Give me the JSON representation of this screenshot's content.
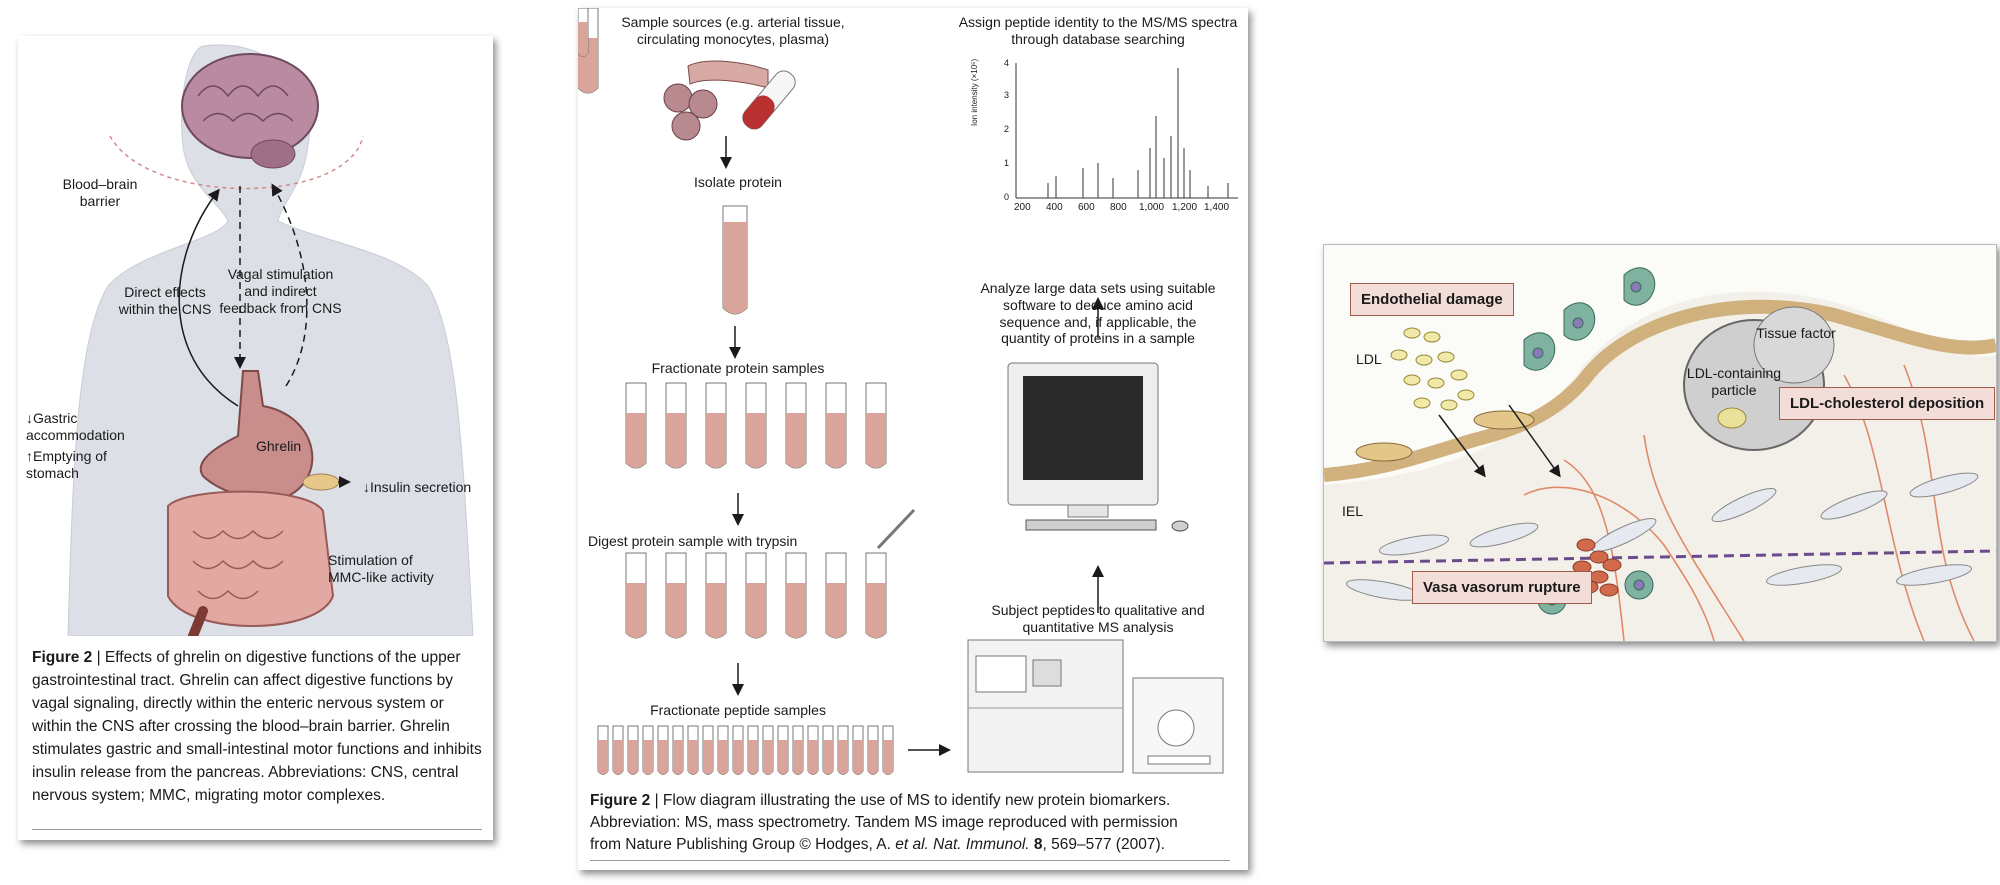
{
  "panel1": {
    "labels": {
      "bbb": "Blood–brain barrier",
      "direct": "Direct effects within the CNS",
      "vagal": "Vagal stimulation and indirect feedback from CNS",
      "gastric": "↓Gastric accommodation",
      "emptying": "↑Emptying of stomach",
      "ghrelin": "Ghrelin",
      "insulin": "↓Insulin secretion",
      "mmc": "Stimulation of MMC-like activity"
    },
    "caption": {
      "bold": "Figure 2",
      "text": " | Effects of ghrelin on digestive functions of the upper gastrointestinal tract. Ghrelin can affect digestive functions by vagal signaling, directly within the enteric nervous system or within the CNS after crossing the blood–brain barrier. Ghrelin stimulates gastric and small-intestinal motor functions and inhibits insulin release from the pancreas. Abbreviations: CNS, central nervous system; MMC, migrating motor complexes."
    }
  },
  "panel2": {
    "steps": {
      "sources": "Sample sources (e.g. arterial tissue, circulating monocytes, plasma)",
      "isolate": "Isolate protein",
      "fractionate": "Fractionate protein samples",
      "digest": "Digest protein sample with trypsin",
      "peptides": "Fractionate peptide samples",
      "ms": "Subject peptides to qualitative and quantitative MS analysis",
      "analyze": "Analyze large data sets using suitable software to deduce amino acid sequence and, if applicable, the quantity of proteins in a sample",
      "assign": "Assign peptide identity to the MS/MS spectra through database searching"
    },
    "spectrum": {
      "ylabel": "Ion intensity (×10⁵)",
      "yticks": [
        "4",
        "3",
        "2",
        "1",
        "0"
      ],
      "xticks": [
        "200",
        "400",
        "600",
        "800",
        "1,000",
        "1,200",
        "1,400"
      ]
    },
    "caption": {
      "bold": "Figure 2",
      "line1": " | Flow diagram illustrating the use of MS to identify new protein biomarkers.",
      "line2": "Abbreviation: MS, mass spectrometry. Tandem MS image reproduced with permission",
      "line3_pre": "from Nature Publishing Group © Hodges, A. ",
      "line3_it": "et al. Nat. Immunol.",
      "line3_vol": " 8",
      "line3_post": ", 569–577 (2007)."
    }
  },
  "panel3": {
    "labels": {
      "endothelial": "Endothelial damage",
      "ldl": "LDL",
      "tissue": "Tissue factor",
      "ldl_particle": "LDL-containing particle",
      "deposition": "LDL-cholesterol deposition",
      "iel": "IEL",
      "vasa": "Vasa vasorum rupture"
    }
  },
  "colors": {
    "tube_liquid": "#d9a49a",
    "purple_line": "#6b4a8a",
    "box_fill": "#f2ddd8",
    "skin": "#dcdfe6",
    "stomach": "#c98d8b"
  }
}
